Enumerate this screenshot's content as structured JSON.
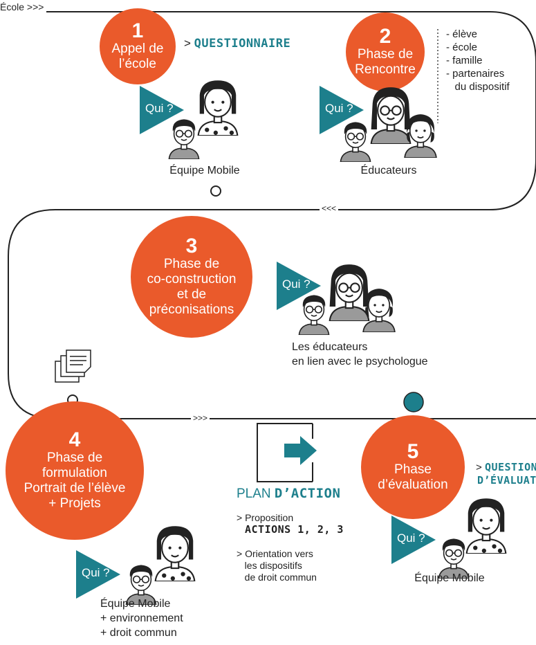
{
  "header": {
    "label": "École >>>"
  },
  "arrows": {
    "row1": "<<<",
    "row2": ">>>"
  },
  "colors": {
    "accent": "#ea5a2b",
    "teal": "#1d7f8c",
    "ink": "#222222"
  },
  "steps": [
    {
      "number": "1",
      "label": "Appel de\nl’école",
      "link_prefix": ">",
      "link_keyword": "QUESTIONNAIRE",
      "qui": "Qui ?",
      "who": "Équipe Mobile"
    },
    {
      "number": "2",
      "label": "Phase de\nRencontre",
      "qui": "Qui ?",
      "who": "Éducateurs",
      "participants": [
        "- élève",
        "- école",
        "- famille",
        "- partenaires",
        "   du dispositif"
      ]
    },
    {
      "number": "3",
      "label": "Phase de\nco-construction\net de\npréconisations",
      "qui": "Qui ?",
      "who": "Les éducateurs\nen lien avec le psychologue"
    },
    {
      "number": "4",
      "label": "Phase de\nformulation\nPortrait de l’élève\n+ Projets",
      "qui": "Qui ?",
      "who": "Équipe Mobile\n+ environnement\n+ droit commun"
    },
    {
      "number": "5",
      "label": "Phase\nd’évaluation",
      "link_prefix": ">",
      "link_keyword_1": "QUESTIONNAIRE",
      "link_keyword_2": "D’ÉVALUATION",
      "qui": "Qui ?",
      "who": "Équipe Mobile"
    }
  ],
  "plan": {
    "title_plain": "PLAN",
    "title_bold": "D’ACTION",
    "item1_prefix": "> Proposition",
    "item1_bold": "ACTIONS 1, 2, 3",
    "item2": "> Orientation vers\n   les dispositifs\n   de droit commun"
  },
  "icons": [
    "document-stack-icon",
    "plan-arrow-icon",
    "person-icon"
  ]
}
